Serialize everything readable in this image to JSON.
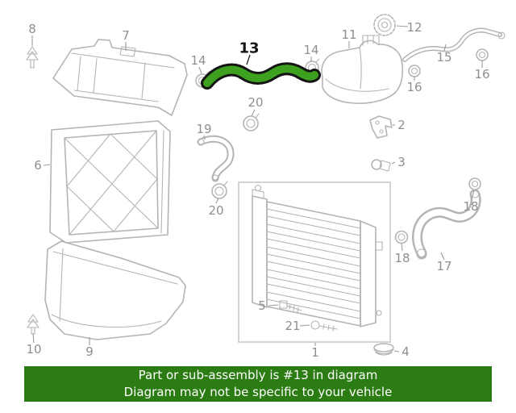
{
  "diagram": {
    "description": "Radiator, hoses and coolant reservoir parts diagram",
    "highlighted_part": "13",
    "line_color": "#b4b4b4",
    "label_color": "#8f8f8f",
    "highlight_fill": "#3da01e",
    "highlight_outline": "#141414"
  },
  "callouts": {
    "c1": {
      "label": "1"
    },
    "c2": {
      "label": "2"
    },
    "c3": {
      "label": "3"
    },
    "c4": {
      "label": "4"
    },
    "c5": {
      "label": "5"
    },
    "c6": {
      "label": "6"
    },
    "c7": {
      "label": "7"
    },
    "c8": {
      "label": "8"
    },
    "c9": {
      "label": "9"
    },
    "c10": {
      "label": "10"
    },
    "c11": {
      "label": "11"
    },
    "c12": {
      "label": "12"
    },
    "c13": {
      "label": "13"
    },
    "c14a": {
      "label": "14"
    },
    "c14b": {
      "label": "14"
    },
    "c15": {
      "label": "15"
    },
    "c16a": {
      "label": "16"
    },
    "c16b": {
      "label": "16"
    },
    "c17": {
      "label": "17"
    },
    "c18a": {
      "label": "18"
    },
    "c18b": {
      "label": "18"
    },
    "c19": {
      "label": "19"
    },
    "c20a": {
      "label": "20"
    },
    "c20b": {
      "label": "20"
    },
    "c21": {
      "label": "21"
    }
  },
  "banner": {
    "line1": "Part or sub-assembly is #13 in diagram",
    "line2": "Diagram may not be specific to your vehicle",
    "background": "#2c7c14",
    "text_color": "#ffffff"
  }
}
